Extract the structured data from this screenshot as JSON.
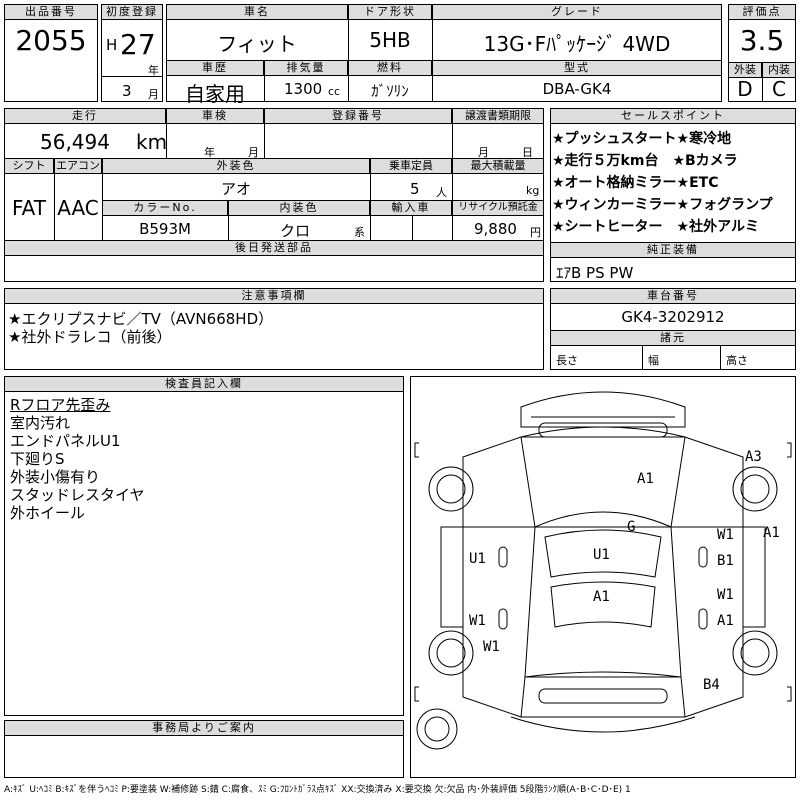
{
  "header": {
    "lot_no_label": "出品番号",
    "lot_no": "2055",
    "first_reg_label": "初度登録",
    "era": "H",
    "year": "27",
    "year_unit": "年",
    "month": "3",
    "month_unit": "月",
    "car_name_label": "車名",
    "car_name": "フィット",
    "door_label": "ドア形状",
    "door": "5HB",
    "grade_label": "グレード",
    "grade": "13G･Fﾊﾟｯｹｰｼﾞ 4WD",
    "score_label": "評価点",
    "score": "3.5",
    "history_label": "車歴",
    "history": "自家用",
    "displacement_label": "排気量",
    "displacement": "1300",
    "displacement_unit": "cc",
    "fuel_label": "燃料",
    "fuel": "ｶﾞｿﾘﾝ",
    "model_label": "型式",
    "model": "DBA-GK4",
    "ext_label": "外装",
    "ext": "D",
    "int_label": "内装",
    "int": "C"
  },
  "row2": {
    "mileage_label": "走行",
    "mileage": "56,494",
    "mileage_unit": "km",
    "inspection_label": "車検",
    "insp_year_unit": "年",
    "insp_month_unit": "月",
    "plate_label": "登録番号",
    "transfer_label": "譲渡書類期限",
    "transfer_month_unit": "月",
    "transfer_day_unit": "日",
    "shift_label": "シフト",
    "shift": "FAT",
    "ac_label": "エアコン",
    "ac": "AAC",
    "color_label": "外装色",
    "color": "アオ",
    "capacity_label": "乗車定員",
    "capacity": "5",
    "capacity_unit": "人",
    "load_label": "最大積載量",
    "load_unit": "kg",
    "color_no_label": "カラーNo.",
    "color_no": "B593M",
    "interior_color_label": "内装色",
    "interior_color": "クロ",
    "interior_color_unit": "系",
    "import_label": "輸入車",
    "recycle_label": "リサイクル預託金",
    "recycle": "9,880",
    "recycle_unit": "円",
    "later_label": "後日発送部品"
  },
  "sales": {
    "label": "セールスポイント",
    "lines": [
      "★プッシュスタート★寒冷地",
      "★走行５万km台　★Bカメラ",
      "★オート格納ミラー★ETC",
      "★ウィンカーミラー★フォグランプ",
      "★シートヒーター　★社外アルミ"
    ],
    "equip_label": "純正装備",
    "equip": "ｴｱB PS PW"
  },
  "notes": {
    "label": "注意事項欄",
    "lines": [
      "★エクリプスナビ／TV（AVN668HD）",
      "★社外ドラレコ（前後）"
    ]
  },
  "chassis": {
    "label": "車台番号",
    "value": "GK4-3202912",
    "dims_label": "諸元",
    "length_label": "長さ",
    "width_label": "幅",
    "height_label": "高さ"
  },
  "inspector": {
    "label": "検査員記入欄",
    "lines": [
      "Rフロア先歪み",
      "室内汚れ",
      "エンドパネルU1",
      "下廻りS",
      "外装小傷有り",
      "スタッドレスタイヤ",
      "外ホイール"
    ]
  },
  "office": {
    "label": "事務局よりご案内"
  },
  "damage": {
    "marks": [
      "A1",
      "A3",
      "G",
      "W1",
      "A1",
      "U1",
      "B1",
      "U1",
      "W1",
      "A1",
      "W1",
      "A1",
      "W1",
      "B4"
    ]
  },
  "footer": "A:ｷｽﾞ U:ﾍｺﾐ B:ｷｽﾞを伴うﾍｺﾐ P:要塗装 W:補修跡 S:錆 C:腐食、ｽﾐ G:ﾌﾛﾝﾄｶﾞﾗｽ点ｷｽﾞ XX:交換済み X:要交換 欠:欠品 内･外装評価 5段階ﾗﾝｸ順(A･B･C･D･E) 1"
}
